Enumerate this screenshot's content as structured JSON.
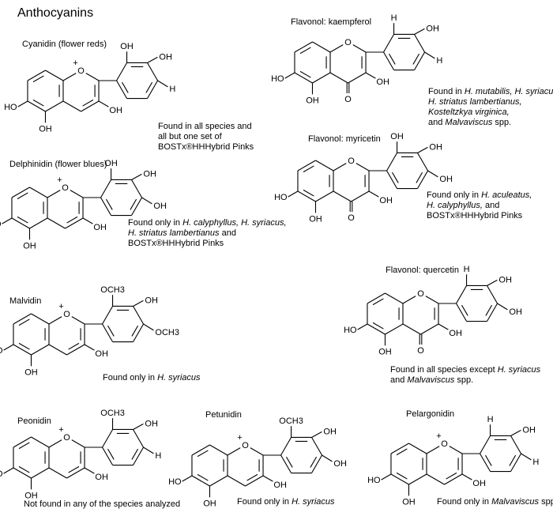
{
  "heading": "Anthocyanins",
  "atoms": {
    "O": "O",
    "OH": "OH",
    "HO": "HO",
    "H": "H",
    "OCH3": "OCH3",
    "plus": "+"
  },
  "compounds": [
    {
      "key": "cyanidin",
      "name": "Cyanidin (flower reds)",
      "note": [
        [
          {
            "t": "Found in all species and"
          }
        ],
        [
          {
            "t": "all but one set of"
          }
        ],
        [
          {
            "t": "BOSTx®HHHybrid Pinks"
          }
        ]
      ]
    },
    {
      "key": "kaempferol",
      "name": "Flavonol: kaempferol",
      "note": [
        [
          {
            "t": "Found in "
          },
          {
            "t": "H. mutabilis, H. syriacus,",
            "i": true
          }
        ],
        [
          {
            "t": "H. striatus lambertianus,",
            "i": true
          }
        ],
        [
          {
            "t": "Kosteltzkya virginica,",
            "i": true
          }
        ],
        [
          {
            "t": "and "
          },
          {
            "t": "Malvaviscus",
            "i": true
          },
          {
            "t": " spp."
          }
        ]
      ]
    },
    {
      "key": "delphinidin",
      "name": "Delphinidin (flower blues)",
      "note": [
        [
          {
            "t": "Found only in "
          },
          {
            "t": "H. calyphyllus, H. syriacus,",
            "i": true
          }
        ],
        [
          {
            "t": "H. striatus lambertianus",
            "i": true
          },
          {
            "t": " and"
          }
        ],
        [
          {
            "t": "BOSTx®HHHybrid Pinks"
          }
        ]
      ]
    },
    {
      "key": "myricetin",
      "name": "Flavonol: myricetin",
      "note": [
        [
          {
            "t": "Found only in "
          },
          {
            "t": "H. aculeatus,",
            "i": true
          }
        ],
        [
          {
            "t": "H. calyphyllus,",
            "i": true
          },
          {
            "t": " and"
          }
        ],
        [
          {
            "t": "BOSTx®HHHybrid Pinks"
          }
        ]
      ]
    },
    {
      "key": "malvidin",
      "name": "Malvidin",
      "note": [
        [
          {
            "t": "Found only in "
          },
          {
            "t": "H. syriacus",
            "i": true
          }
        ]
      ]
    },
    {
      "key": "quercetin",
      "name": "Flavonol: quercetin",
      "note": [
        [
          {
            "t": "Found in all species except "
          },
          {
            "t": "H. syriacus",
            "i": true
          }
        ],
        [
          {
            "t": "and "
          },
          {
            "t": "Malvaviscus",
            "i": true
          },
          {
            "t": " spp."
          }
        ]
      ]
    },
    {
      "key": "peonidin",
      "name": "Peonidin",
      "note": [
        [
          {
            "t": "Not found in any of the species analyzed"
          }
        ]
      ]
    },
    {
      "key": "petunidin",
      "name": "Petunidin",
      "note": [
        [
          {
            "t": "Found only in "
          },
          {
            "t": "H. syriacus",
            "i": true
          }
        ]
      ]
    },
    {
      "key": "pelargonidin",
      "name": "Pelargonidin",
      "note": [
        [
          {
            "t": "Found only in "
          },
          {
            "t": "Malvaviscus",
            "i": true
          },
          {
            "t": " spp."
          }
        ]
      ]
    }
  ]
}
